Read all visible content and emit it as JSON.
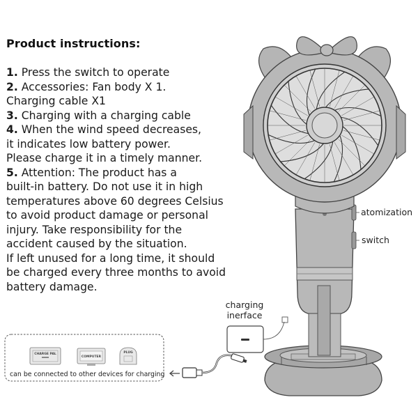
{
  "instructions": {
    "title": "Product instructions:",
    "items": [
      {
        "num": "1.",
        "lines": [
          "Press the switch to operate"
        ]
      },
      {
        "num": "2.",
        "lines": [
          "Accessories: Fan body X 1.",
          "Charging cable X1"
        ]
      },
      {
        "num": "3.",
        "lines": [
          "Charging with a charging cable"
        ]
      },
      {
        "num": "4.",
        "lines": [
          "When the wind speed decreases,",
          "it indicates low battery power.",
          "Please charge it in a timely manner."
        ]
      },
      {
        "num": "5.",
        "lines": [
          "Attention: The product has a",
          "built-in battery. Do not use it in high",
          "temperatures above 60 degrees Celsius",
          "to avoid product damage or personal",
          "injury. Take responsibility for the",
          "accident caused by the situation.",
          "If left unused for a long time, it should",
          "be charged every three months to avoid",
          "battery damage."
        ]
      }
    ]
  },
  "labels": {
    "atomization": "atomization",
    "switch": "switch",
    "charging_interface_line1": "charging",
    "charging_interface_line2": "inerface"
  },
  "devices": {
    "caption": "can be connected to other devices for charging",
    "charge_pal_label": "CHARGE PAL",
    "computer_label": "COMPUTER",
    "plug_label": "PLUG"
  }
}
